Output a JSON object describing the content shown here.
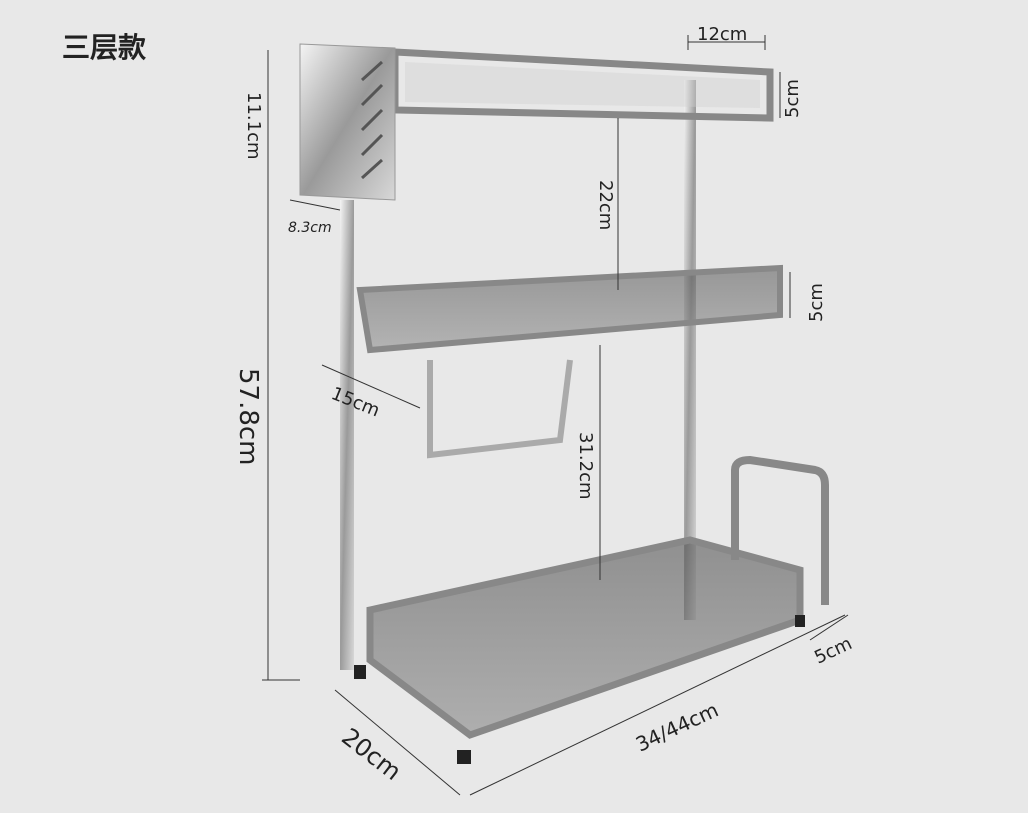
{
  "title": "三层款",
  "dimensions": {
    "top_depth": "12cm",
    "top_height": "5cm",
    "knife_block_height": "11.1cm",
    "knife_block_width": "8.3cm",
    "gap_top_middle": "22cm",
    "middle_height": "5cm",
    "total_height": "57.8cm",
    "middle_depth": "15cm",
    "gap_middle_bottom": "31.2cm",
    "bottom_height": "5cm",
    "width": "34/44cm",
    "bottom_depth": "20cm"
  }
}
